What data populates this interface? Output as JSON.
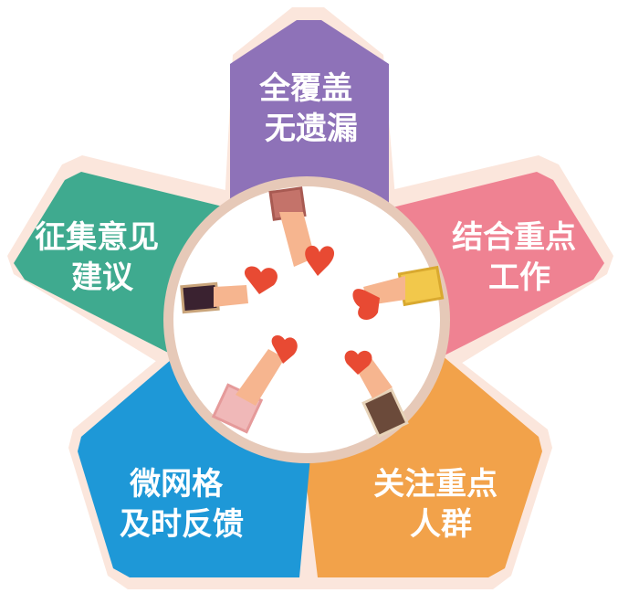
{
  "colors": {
    "outline": "#fbe6dc",
    "center": "#ffffff",
    "ring": "#e6c9b8",
    "skin": "#f6b58f",
    "heart": "#e84a33"
  },
  "petals": [
    {
      "id": "top",
      "lines": [
        "全覆盖",
        "无遗漏"
      ],
      "color": "#8e72b8"
    },
    {
      "id": "right",
      "lines": [
        "结合重点",
        "工作"
      ],
      "color": "#ef8292"
    },
    {
      "id": "bottom-right",
      "lines": [
        "关注重点",
        "人群"
      ],
      "color": "#f2a24a"
    },
    {
      "id": "bottom-left",
      "lines": [
        "微网格",
        "及时反馈"
      ],
      "color": "#1e98d7"
    },
    {
      "id": "left",
      "lines": [
        "征集意见",
        "建议"
      ],
      "color": "#3faa8f"
    }
  ],
  "hands": [
    {
      "name": "top-hand",
      "sleeve": "#c4736a",
      "cuff": "#a85a52"
    },
    {
      "name": "right-hand",
      "sleeve": "#f2c84b",
      "cuff": "#d9a92f"
    },
    {
      "name": "bottom-right-hand",
      "sleeve": "#6b4a3a",
      "cuff": "#e7d3b8"
    },
    {
      "name": "bottom-left-hand",
      "sleeve": "#f0b8b8",
      "cuff": "#e59a9a"
    },
    {
      "name": "left-hand",
      "sleeve": "#3a2230",
      "cuff": "#c9a47a"
    }
  ]
}
